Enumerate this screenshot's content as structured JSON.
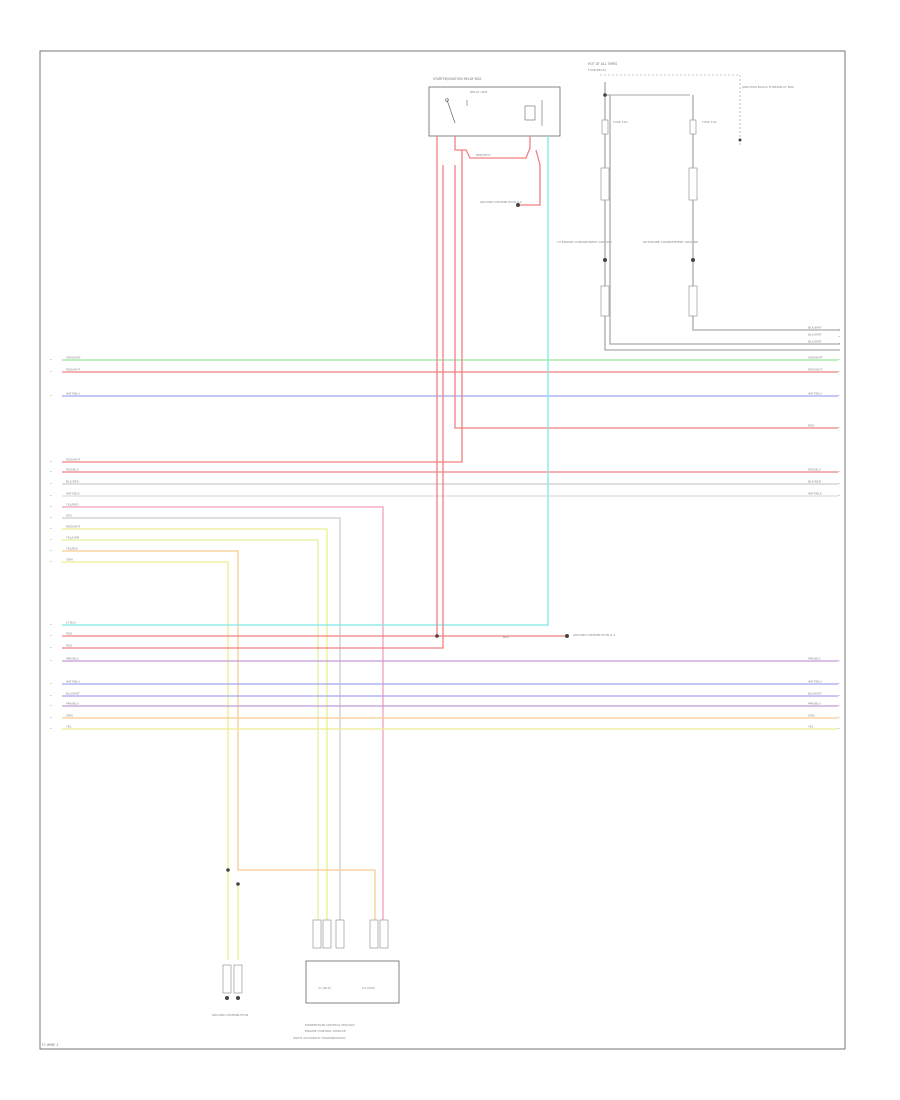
{
  "diagram": {
    "footer_label": "F1 WIRE 1",
    "colors": {
      "red": "#f08080",
      "pink": "#f2a0bc",
      "green": "#9be39b",
      "blue": "#a5a5f2",
      "cyan": "#7fe8e8",
      "yellow": "#eeee90",
      "lime": "#ddf39a",
      "orange": "#f8cc90",
      "purple": "#c09ad8",
      "gray": "#aaaaaa",
      "white": "#dddddd"
    },
    "components": {
      "relay_box_title": "STARTER/IGNITION RELAY BOX",
      "relay_box_sub": "RELAY UNIT",
      "ground_top_label": "GROUND DISTRIBUTION S-2",
      "hot_at_all_times": "HOT AT ALL TIMES",
      "hot_sub": "FUSE/RELAY",
      "fuse_a": "FUSE 15A",
      "fuse_b": "FUSE 10A",
      "ground_left_label": "LH ENGINE COMPARTMENT GROUND",
      "ground_right_label": "RH ENGINE COMPARTMENT GROUND",
      "right_note": "JUNCTION BLOCK FUSE/RELAY BOX",
      "right_ground_label": "GROUND DISTRIBUTION G-3",
      "lower_left_ground": "GROUND DISTRIBUTION",
      "module_title": "POWERTRAIN CONTROL MODULE",
      "module_sub": "ENGINE CONTROL MODULE",
      "module_note": "(WITH AUTOMATIC TRANSMISSION)",
      "module_conn_a": "C1 (BLK)",
      "module_conn_b": "C2 (GRY)"
    },
    "bus_left": [
      {
        "label": "GRN/WHT"
      },
      {
        "label": "RED/WHT"
      },
      {
        "label": "WHT/BLU"
      },
      {
        "label": "RED/WHT"
      },
      {
        "label": "RED/BLU"
      },
      {
        "label": "BLK/RED"
      },
      {
        "label": "WHT/BLK"
      },
      {
        "label": "YEL/RED"
      },
      {
        "label": "GRY"
      },
      {
        "label": "RED/WHT"
      },
      {
        "label": "YEL/GRN"
      },
      {
        "label": "YEL/BLK"
      },
      {
        "label": "GRN"
      },
      {
        "label": "LT BLU"
      },
      {
        "label": "RED"
      },
      {
        "label": "RED"
      },
      {
        "label": "PNK/BLU"
      },
      {
        "label": "WHT/BLU"
      },
      {
        "label": "BLU/WHT"
      },
      {
        "label": "PNK/BLU"
      },
      {
        "label": "GRN"
      },
      {
        "label": "YEL"
      }
    ],
    "bus_right": [
      {
        "label": "BLK/WHT"
      },
      {
        "label": "BLK/WHT"
      },
      {
        "label": "BLK/WHT"
      },
      {
        "label": "GRN/WHT"
      },
      {
        "label": "RED/WHT"
      },
      {
        "label": "WHT/BLU"
      },
      {
        "label": "RED"
      },
      {
        "label": "RED/BLU"
      },
      {
        "label": "BLK/RED"
      },
      {
        "label": "WHT/BLK"
      },
      {
        "label": "PNK/BLU"
      },
      {
        "label": "WHT/BLU"
      },
      {
        "label": "BLU/WHT"
      },
      {
        "label": "PNK/BLU"
      },
      {
        "label": "GRN"
      },
      {
        "label": "YEL"
      }
    ],
    "wire_labels": {
      "relay_loop": "RED/WHT",
      "ground_wire": "BLK"
    }
  }
}
